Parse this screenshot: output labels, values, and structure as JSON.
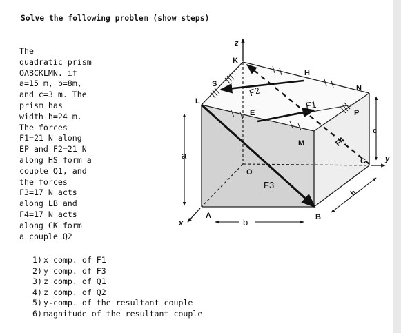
{
  "heading": "Solve the following problem (show steps)",
  "intro_lines": [
    "The",
    "quadratic prism",
    "OABCKLMN. if",
    "a=15 m, b=8m,",
    "and c=3 m. The",
    "prism has",
    "width h=24 m.",
    "The forces",
    "F1=21 N along",
    "EP and F2=21 N",
    "along HS form a",
    "couple Q1, and",
    "the forces",
    "F3=17 N acts",
    "along LB and",
    "F4=17 N acts",
    "along CK form",
    "a couple Q2"
  ],
  "questions": [
    {
      "num": "1)",
      "text": "x comp. of F1"
    },
    {
      "num": "2)",
      "text": "y comp. of F3"
    },
    {
      "num": "3)",
      "text": "z comp. of Q1"
    },
    {
      "num": "4)",
      "text": "z comp. of Q2"
    },
    {
      "num": "5)",
      "text": "y-comp. of the resultant couple"
    },
    {
      "num": "6)",
      "text": "magnitude of the resultant couple"
    }
  ],
  "figure": {
    "points": {
      "K": "K",
      "L": "L",
      "S": "S",
      "H": "H",
      "N": "N",
      "E": "E",
      "P": "P",
      "M": "M",
      "O": "O",
      "A": "A",
      "B": "B",
      "C": "C"
    },
    "axes": {
      "x": "x",
      "y": "y",
      "z": "z"
    },
    "dims": {
      "a": "a",
      "b": "b",
      "c": "c",
      "h": "h"
    },
    "forces": {
      "F1": "F1",
      "F2": "F2",
      "F3": "F3",
      "F4": "F4"
    }
  }
}
